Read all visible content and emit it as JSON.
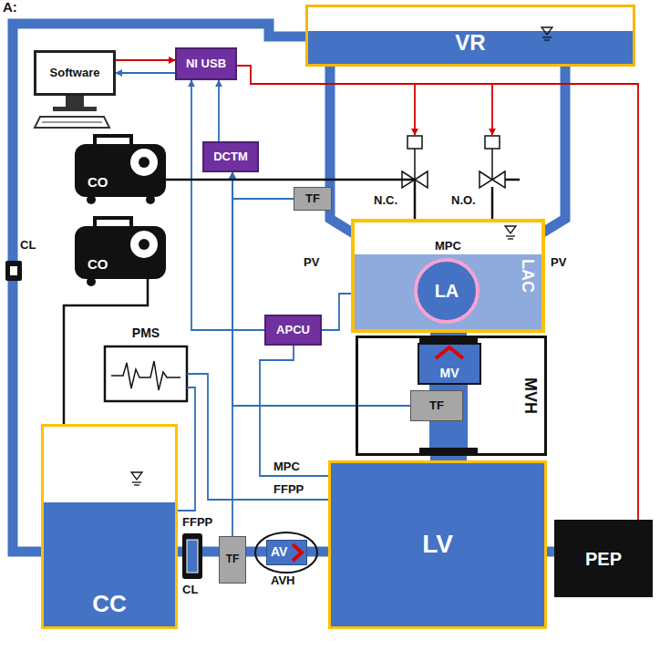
{
  "diagram": {
    "nodes": [
      {
        "text": [
          "Software"
        ]
      },
      {
        "text": [
          "NI USB"
        ]
      },
      {
        "text": [
          "VR"
        ]
      },
      {
        "text": [
          "DCTM"
        ]
      },
      {
        "text": [
          "CO"
        ]
      },
      {
        "text": [
          "TF"
        ]
      },
      {
        "text": [
          "CO"
        ]
      },
      {
        "text": [
          "LAC"
        ]
      },
      {
        "text": [
          "LA"
        ],
        "in": 7
      },
      {
        "text": [
          "APCU"
        ]
      },
      {
        "text": [
          "PMS"
        ]
      },
      {
        "text": [
          "MVH"
        ]
      },
      {
        "text": [
          "MV"
        ],
        "in": 11
      },
      {
        "text": [
          "TF"
        ],
        "in": 11
      },
      {
        "text": [
          "CC"
        ]
      },
      {
        "text": [
          "TF"
        ]
      },
      {
        "text": [
          "AV"
        ]
      },
      {
        "text": [
          "LV"
        ]
      },
      {
        "text": [
          "PEP"
        ]
      }
    ],
    "edges": [
      {
        "from": 2,
        "to": 14,
        "arrow": "none"
      },
      {
        "from": 2,
        "to": 8,
        "arrow": "none"
      },
      {
        "from": 2,
        "to": 8,
        "arrow": "none"
      },
      {
        "from": 7,
        "to": 11,
        "arrow": "none"
      },
      {
        "from": 11,
        "to": 17,
        "arrow": "none"
      },
      {
        "from": 14,
        "to": 15,
        "arrow": "none"
      },
      {
        "from": 15,
        "to": 16,
        "arrow": "none"
      },
      {
        "from": 16,
        "to": 17,
        "arrow": "none"
      },
      {
        "from": 17,
        "to": 18,
        "arrow": "none"
      },
      {
        "from": 0,
        "to": 1,
        "arrow": "to"
      },
      {
        "from": 1,
        "to": 0,
        "arrow": "to"
      },
      {
        "from": 3,
        "to": 1,
        "arrow": "to"
      },
      {
        "from": 9,
        "to": 1,
        "arrow": "to"
      },
      {
        "from": 15,
        "to": 3,
        "arrow": "to"
      },
      {
        "from": 5,
        "to": 3,
        "arrow": "to"
      },
      {
        "from": 13,
        "to": 3,
        "arrow": "to"
      },
      {
        "from": 8,
        "to": 9,
        "arrow": "none"
      },
      {
        "from": 17,
        "to": 9,
        "arrow": "none"
      },
      {
        "from": 14,
        "to": 10,
        "arrow": "none"
      },
      {
        "from": 17,
        "to": 10,
        "arrow": "none"
      },
      {
        "from": 4,
        "to": 7,
        "arrow": "none"
      },
      {
        "from": 6,
        "to": 14,
        "arrow": "none"
      },
      {
        "from": 1,
        "to": 18,
        "arrow": "none"
      }
    ],
    "labels": [
      "A:",
      "N.C.",
      "N.O.",
      "PV",
      "PV",
      "MPC",
      "CL",
      "MPC",
      "FFPP",
      "FFPP",
      "CL",
      "AVH"
    ]
  }
}
